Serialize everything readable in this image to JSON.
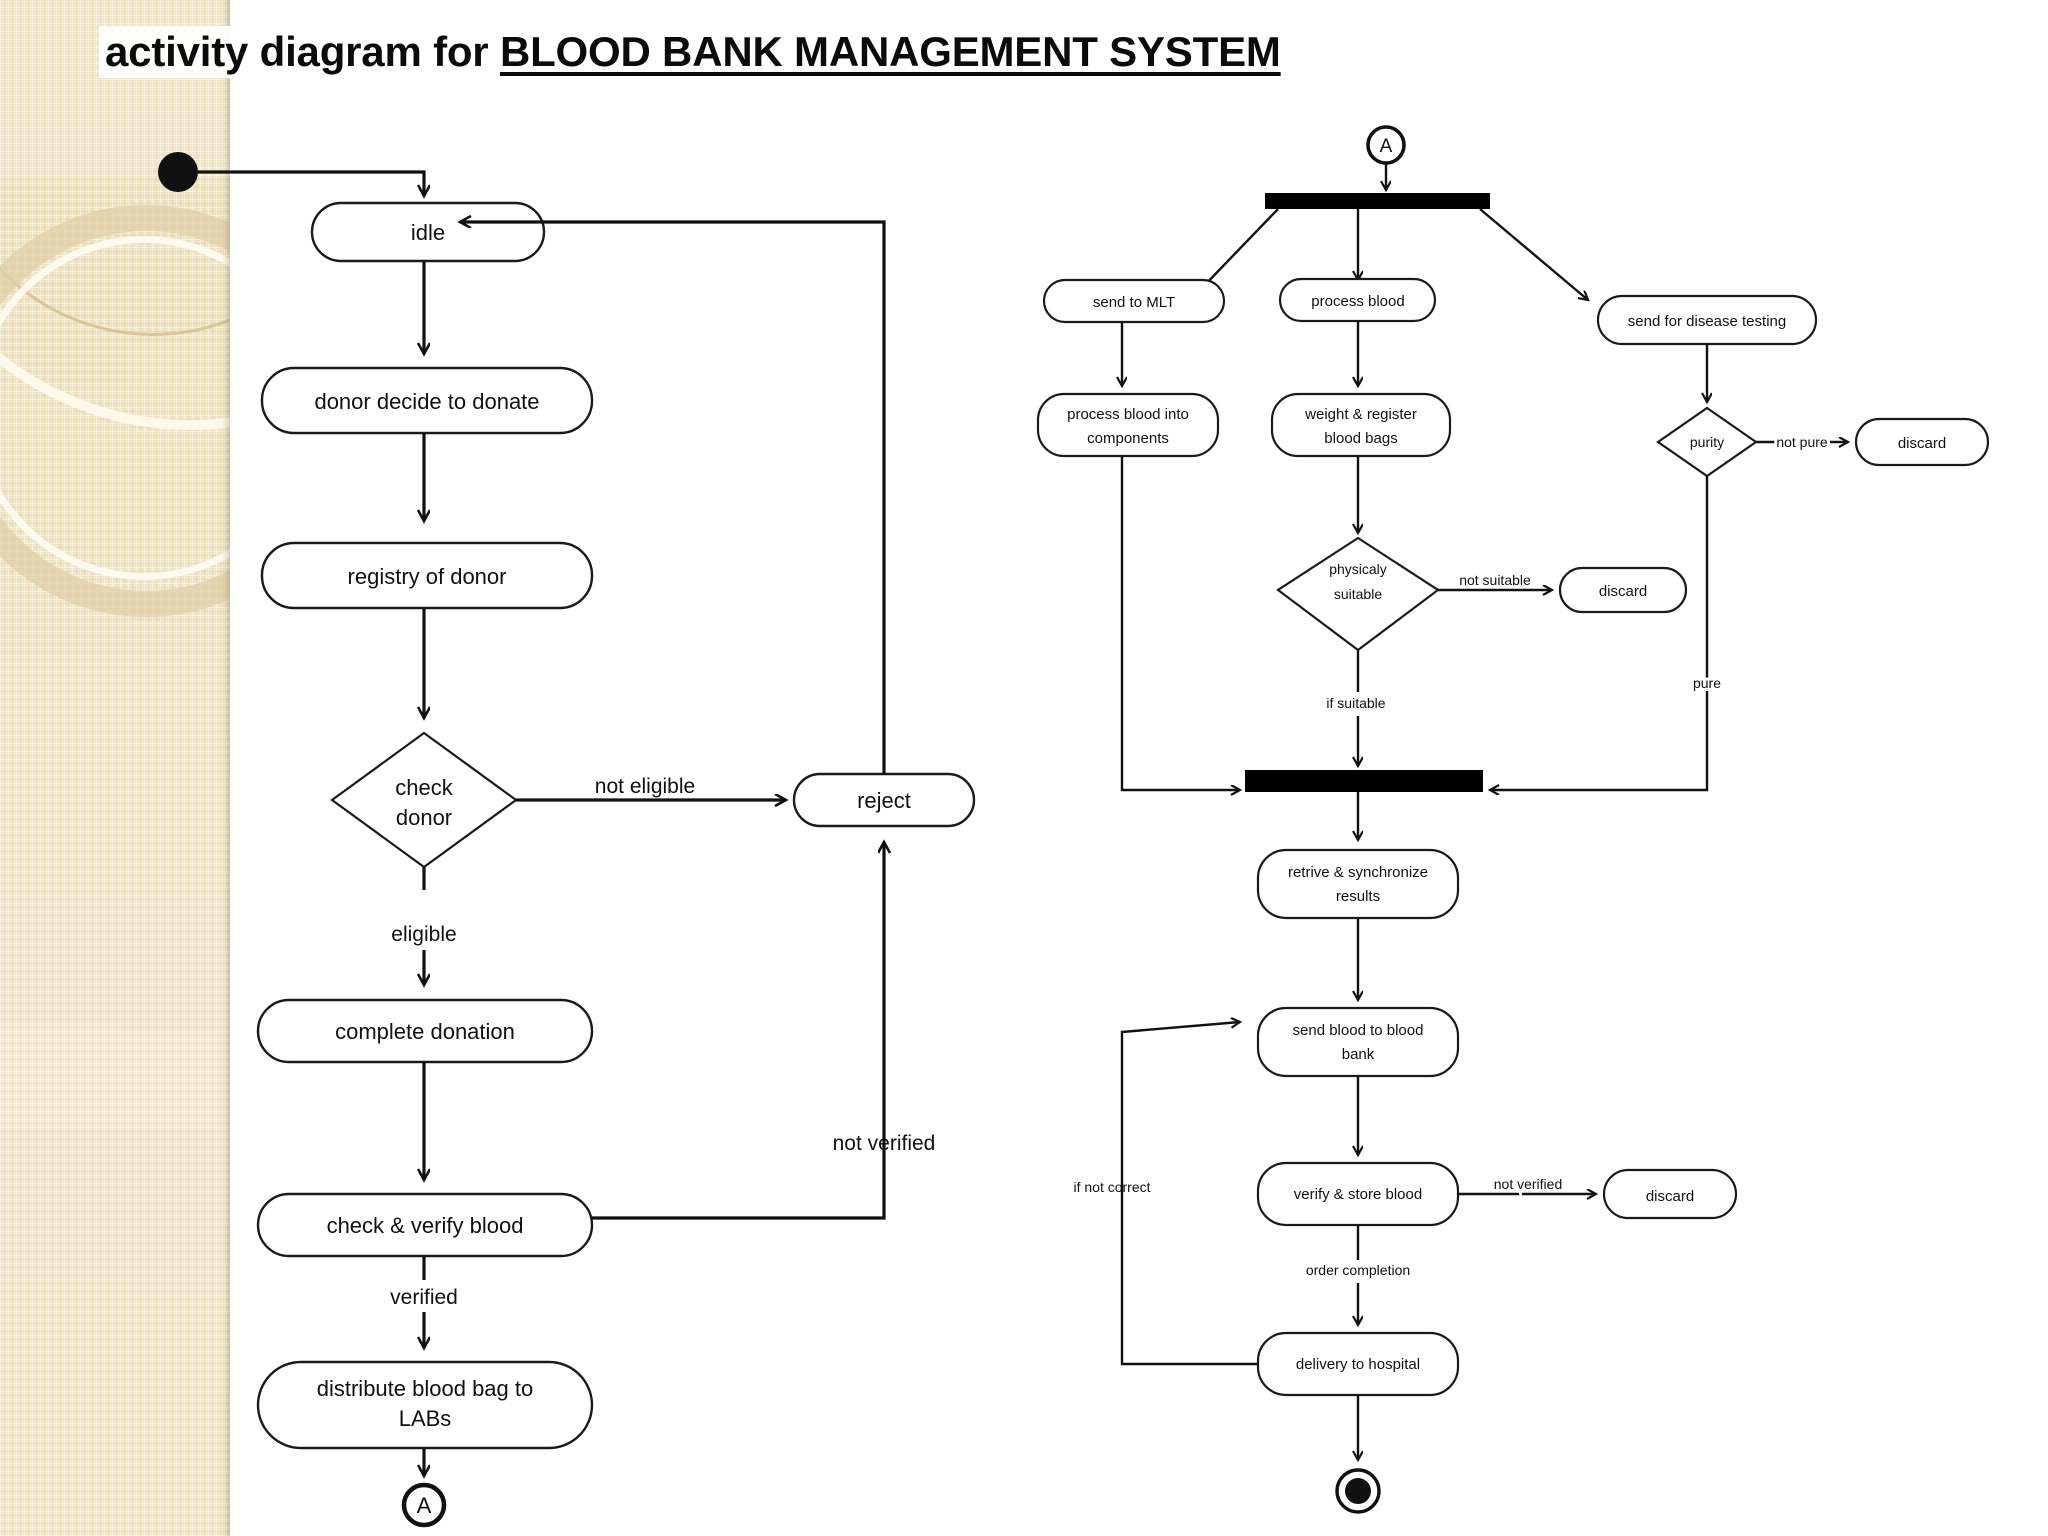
{
  "title": {
    "prefix": "activity diagram for ",
    "underlined": "BLOOD BANK MANAGEMENT SYSTEM"
  },
  "diagram": {
    "type": "uml-activity-diagram",
    "left_flow": {
      "start_node": "initial-node",
      "nodes": [
        {
          "id": "idle",
          "label": "idle",
          "shape": "rounded-rect"
        },
        {
          "id": "donor-decide",
          "label": "donor decide to donate",
          "shape": "rounded-rect"
        },
        {
          "id": "registry",
          "label": "registry of donor",
          "shape": "rounded-rect"
        },
        {
          "id": "check-donor",
          "label_line1": "check",
          "label_line2": "donor",
          "shape": "diamond"
        },
        {
          "id": "reject",
          "label": "reject",
          "shape": "rounded-rect"
        },
        {
          "id": "complete-donation",
          "label": "complete donation",
          "shape": "rounded-rect"
        },
        {
          "id": "check-verify-blood",
          "label": "check & verify blood",
          "shape": "rounded-rect"
        },
        {
          "id": "distribute",
          "label_line1": "distribute blood bag to",
          "label_line2": "LABs",
          "shape": "rounded-rect"
        }
      ],
      "edge_labels": [
        "not eligible",
        "eligible",
        "not verified",
        "verified"
      ],
      "connector_out": "A"
    },
    "right_flow": {
      "connector_in": "A",
      "fork_bar": "fork",
      "join_bar": "join",
      "nodes": [
        {
          "id": "send-mlt",
          "label": "send to MLT",
          "shape": "rounded-rect"
        },
        {
          "id": "process-blood",
          "label": "process blood",
          "shape": "rounded-rect"
        },
        {
          "id": "send-disease",
          "label": "send for disease testing",
          "shape": "rounded-rect"
        },
        {
          "id": "process-components",
          "label_line1": "process blood into",
          "label_line2": "components",
          "shape": "rounded-rect"
        },
        {
          "id": "weight-register",
          "label_line1": "weight & register",
          "label_line2": "blood bags",
          "shape": "rounded-rect"
        },
        {
          "id": "purity",
          "label": "purity",
          "shape": "diamond"
        },
        {
          "id": "discard-purity",
          "label": "discard",
          "shape": "rounded-rect"
        },
        {
          "id": "physicaly-suitable",
          "label_line1": "physicaly",
          "label_line2": "suitable",
          "shape": "diamond"
        },
        {
          "id": "discard-suitable",
          "label": "discard",
          "shape": "rounded-rect"
        },
        {
          "id": "retrive-sync",
          "label_line1": "retrive & synchronize",
          "label_line2": "results",
          "shape": "rounded-rect"
        },
        {
          "id": "send-blood-bank",
          "label_line1": "send blood to blood",
          "label_line2": "bank",
          "shape": "rounded-rect"
        },
        {
          "id": "verify-store",
          "label": "verify & store blood",
          "shape": "rounded-rect"
        },
        {
          "id": "discard-verify",
          "label": "discard",
          "shape": "rounded-rect"
        },
        {
          "id": "delivery-hospital",
          "label": "delivery to hospital",
          "shape": "rounded-rect"
        }
      ],
      "edge_labels": [
        "not pure",
        "pure",
        "not suitable",
        "if suitable",
        "not verified",
        "order completion",
        "if not correct"
      ],
      "end_node": "final-node"
    }
  },
  "labels": {
    "connector_a": "A",
    "idle": "idle",
    "donor_decide": "donor decide to donate",
    "registry": "registry of donor",
    "check_l1": "check",
    "check_l2": "donor",
    "not_eligible": "not eligible",
    "reject": "reject",
    "eligible": "eligible",
    "complete_donation": "complete donation",
    "check_verify_blood": "check & verify blood",
    "not_verified_left": "not verified",
    "verified": "verified",
    "distribute_l1": "distribute blood bag to",
    "distribute_l2": "LABs",
    "send_to_mlt": "send to MLT",
    "process_blood": "process blood",
    "send_disease": "send for disease testing",
    "components_l1": "process blood into",
    "components_l2": "components",
    "weight_l1": "weight & register",
    "weight_l2": "blood bags",
    "purity": "purity",
    "not_pure": "not pure",
    "discard_1": "discard",
    "pure": "pure",
    "phys_l1": "physicaly",
    "phys_l2": "suitable",
    "not_suitable": "not suitable",
    "discard_2": "discard",
    "if_suitable": "if suitable",
    "retrive_l1": "retrive & synchronize",
    "retrive_l2": "results",
    "send_bank_l1": "send blood to blood",
    "send_bank_l2": "bank",
    "verify_store": "verify & store blood",
    "not_verified_right": "not verified",
    "discard_3": "discard",
    "order_completion": "order completion",
    "if_not_correct": "if not correct",
    "delivery": "delivery to hospital"
  },
  "colors": {
    "ink": "#111111",
    "node_fill": "#ffffff",
    "band": "#efe4c4",
    "bar": "#000000"
  }
}
